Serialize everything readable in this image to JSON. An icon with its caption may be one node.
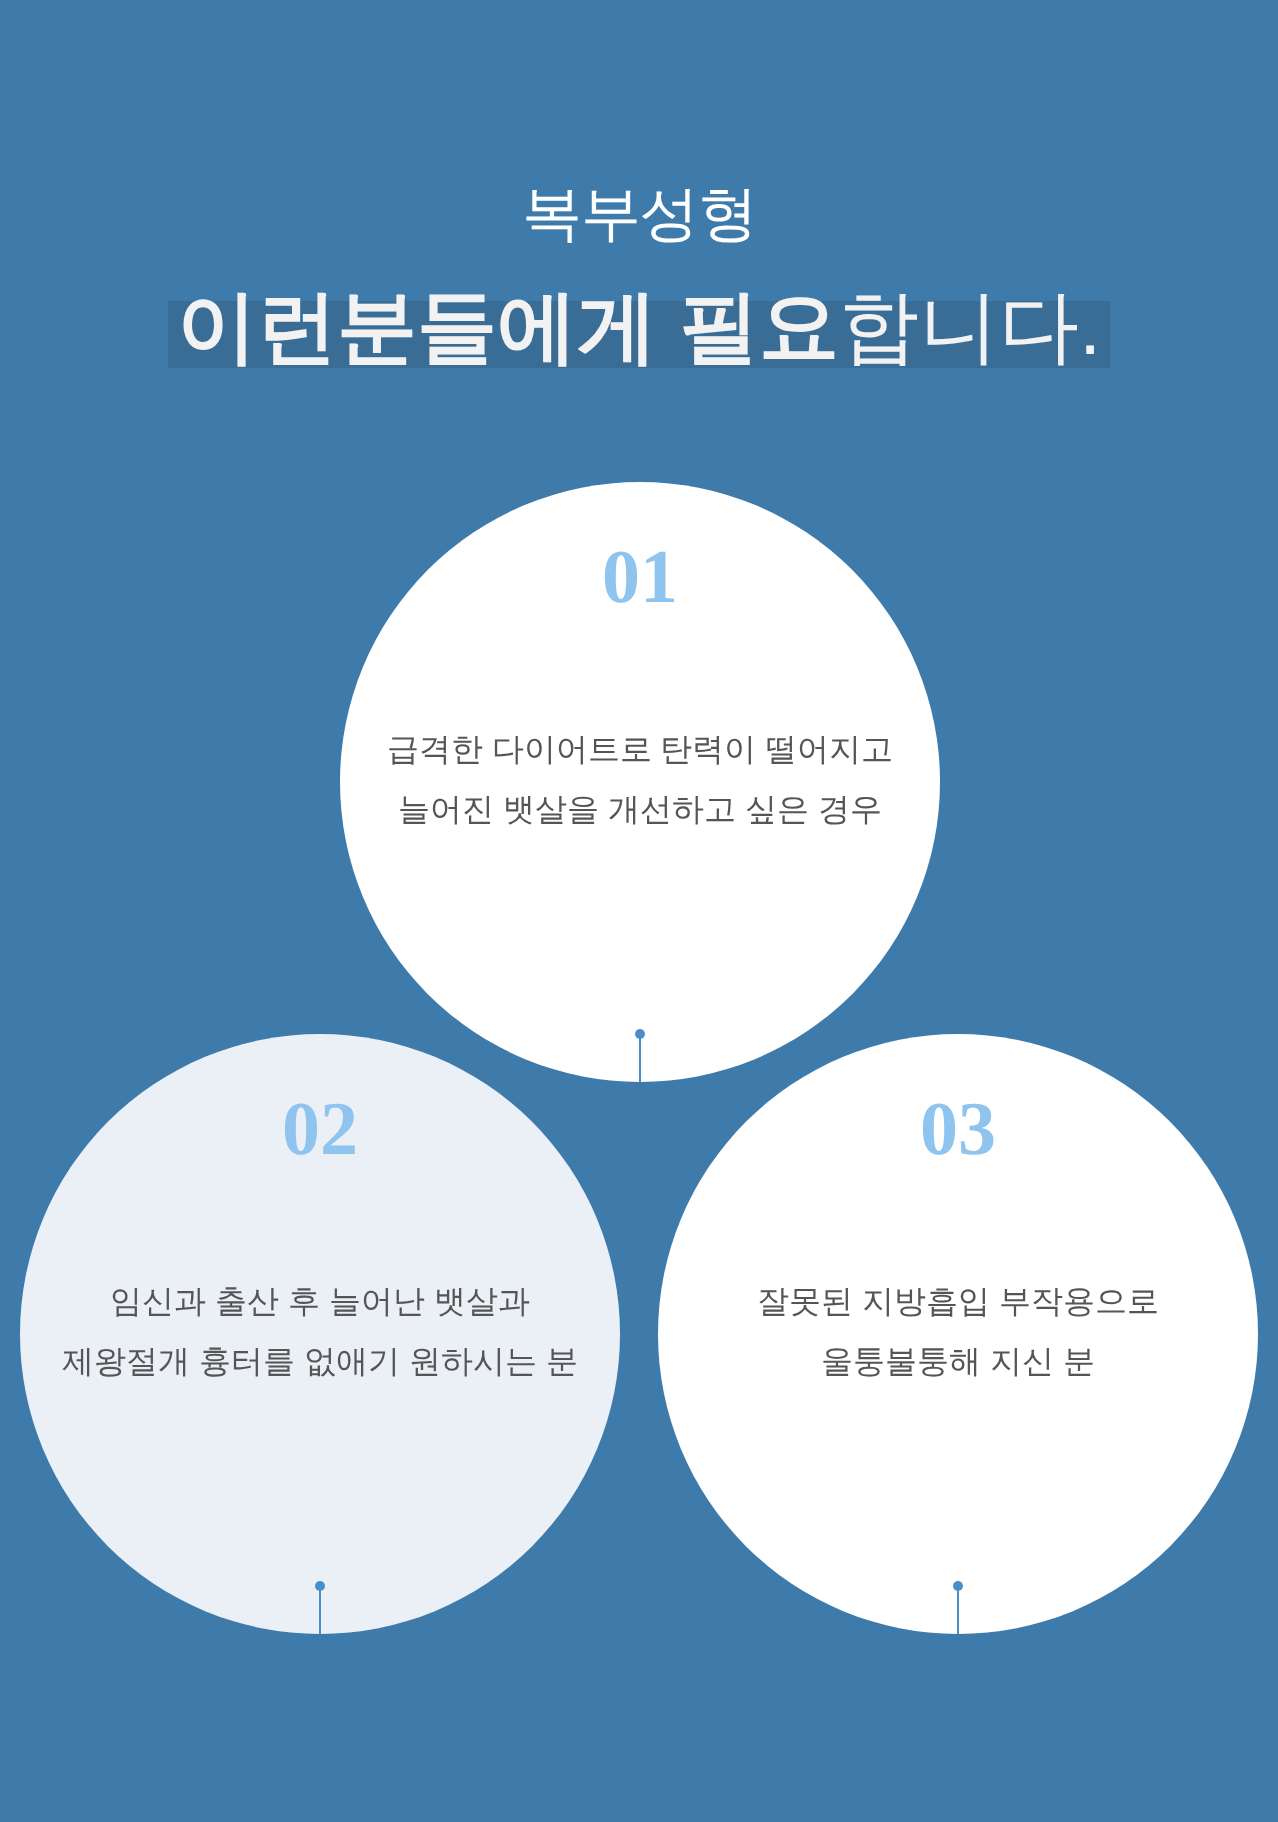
{
  "diagram": {
    "title": "복부성형",
    "nodes": [
      {
        "text": [
          "01",
          "급격한 다이어트로 탄력이 떨어지고 늘어진 뱃살을 개선하고 싶은 경우"
        ]
      },
      {
        "text": [
          "02",
          "임신과 출산 후 늘어난 뱃살과 제왕절개 흉터를 없애기 원하시는 분"
        ]
      },
      {
        "text": [
          "03",
          "잘못된 지방흡입 부작용으로 울퉁불퉁해 지신 분"
        ]
      }
    ],
    "labels": [
      "**이런분들에게 필요**합니다."
    ]
  }
}
